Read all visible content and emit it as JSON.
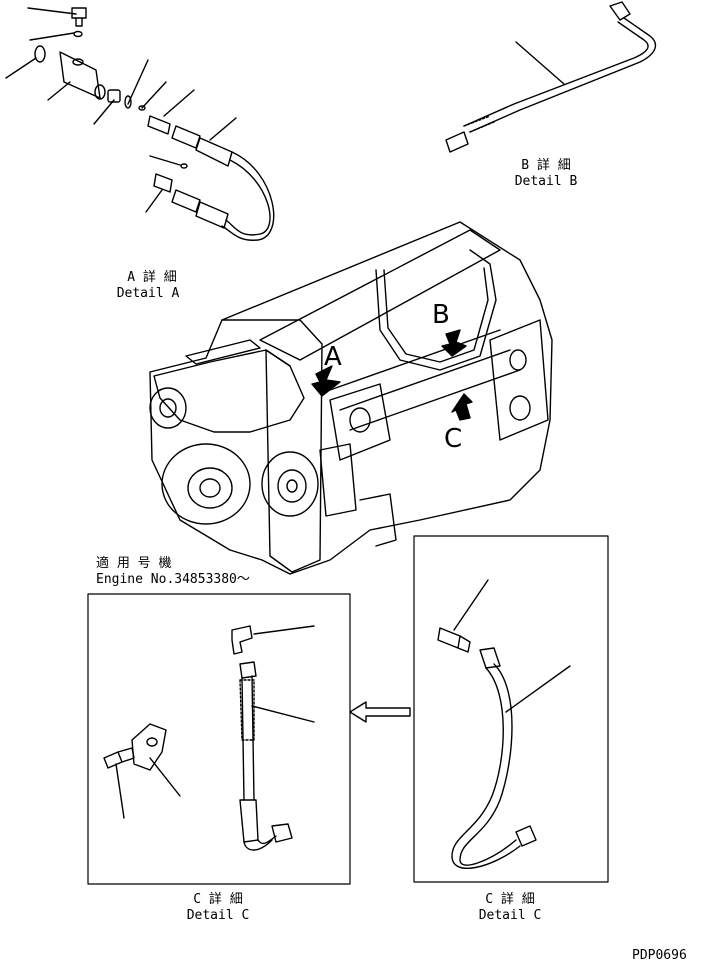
{
  "detail_a": {
    "title_jp": "A 詳 細",
    "title_en": "Detail A"
  },
  "detail_b": {
    "title_jp": "B 詳 細",
    "title_en": "Detail B"
  },
  "detail_c_left": {
    "title_jp": "C 詳 細",
    "title_en": "Detail C"
  },
  "detail_c_right": {
    "title_jp": "C 詳 細",
    "title_en": "Detail C"
  },
  "engine_markers": {
    "a": "A",
    "b": "B",
    "c": "C"
  },
  "applicability": {
    "label_jp": "適 用 号 機",
    "label_en": "Engine No.34853380～"
  },
  "drawing_code": "PDP0696"
}
